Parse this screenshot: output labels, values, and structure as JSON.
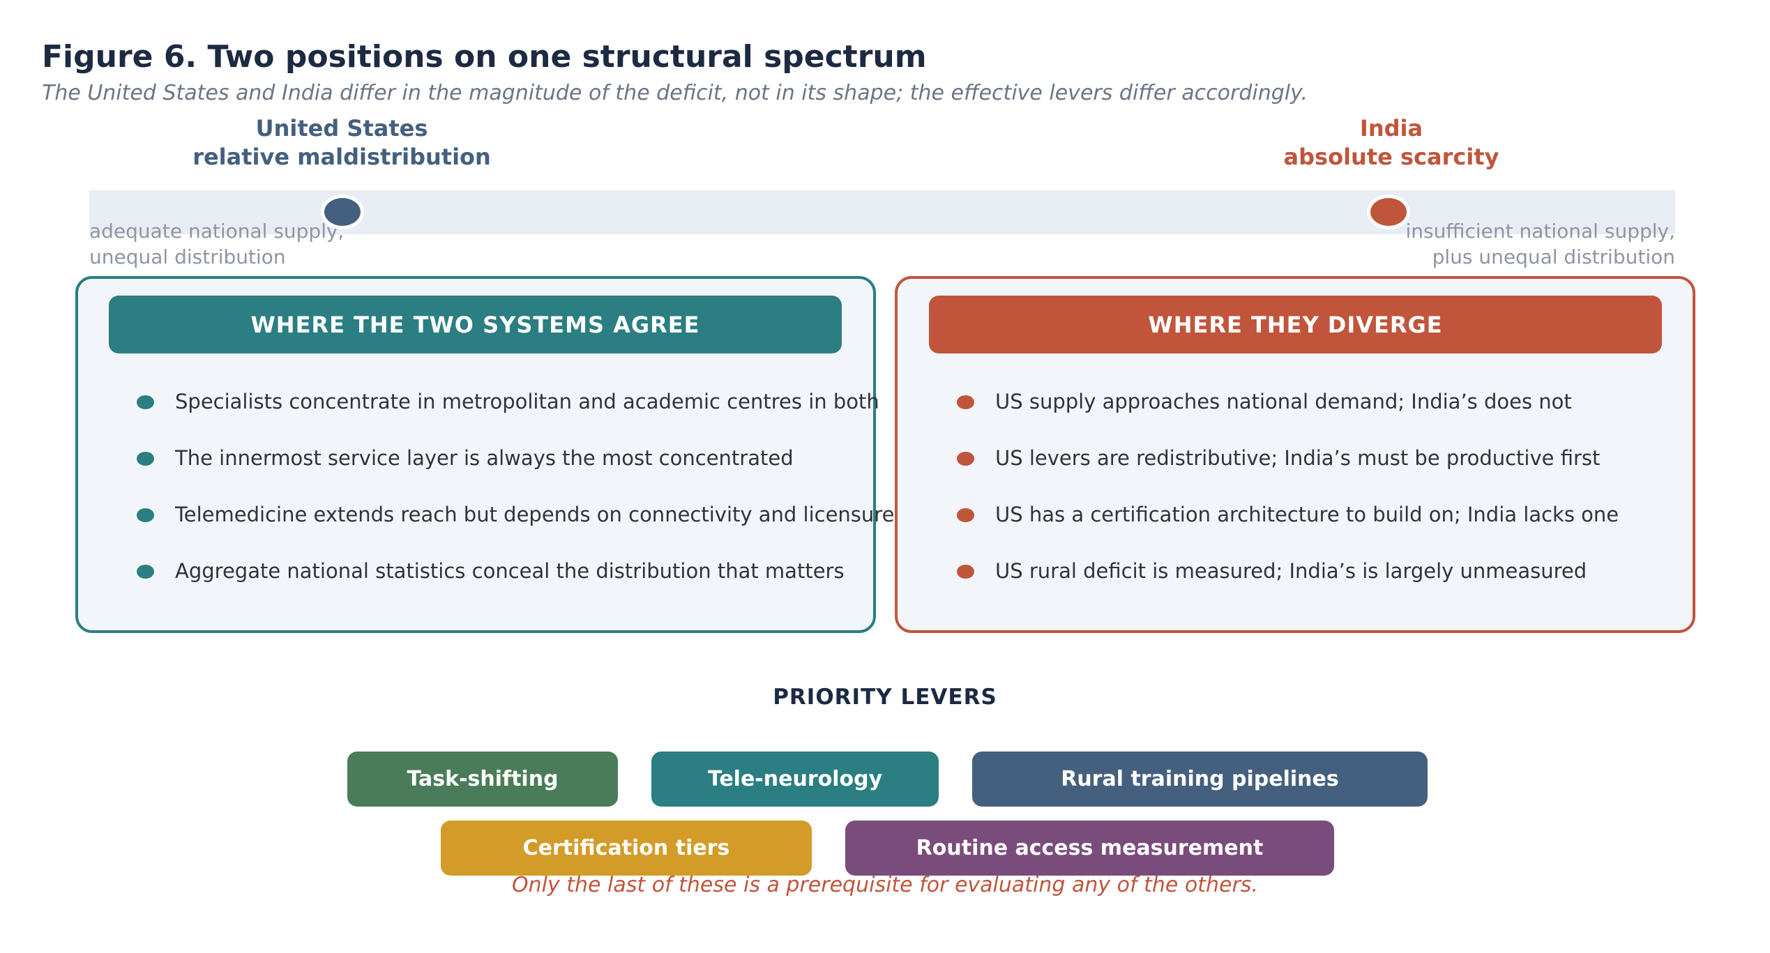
{
  "title": "Figure 6.  Two positions on one structural spectrum",
  "subtitle": "The United States and India differ in the magnitude of the deficit, not in its shape; the effective levers differ accordingly.",
  "spectrum": {
    "left_position": {
      "name": "United States",
      "descriptor": "relative maldistribution",
      "color": "#44607e"
    },
    "right_position": {
      "name": "India",
      "descriptor": "absolute scarcity",
      "color": "#c0553c"
    },
    "left_end": {
      "line1": "adequate national supply,",
      "line2": "unequal distribution"
    },
    "right_end": {
      "line1": "insufficient national supply,",
      "line2": "plus unequal distribution"
    },
    "bar_color": "#e8ecf3"
  },
  "agree_panel": {
    "heading": "WHERE THE TWO SYSTEMS AGREE",
    "color": "#2b7e82",
    "items": [
      "Specialists concentrate in metropolitan and academic centres in both",
      "The innermost service layer is always the most concentrated",
      "Telemedicine extends reach but depends on connectivity and licensure",
      "Aggregate national statistics conceal the distribution that matters"
    ]
  },
  "diverge_panel": {
    "heading": "WHERE THEY DIVERGE",
    "color": "#c0553c",
    "items": [
      "US supply approaches national demand; India’s does not",
      "US levers are redistributive; India’s must be productive first",
      "US has a certification architecture to build on; India lacks one",
      "US rural deficit is measured; India’s is largely unmeasured"
    ]
  },
  "levers": {
    "heading": "PRIORITY LEVERS",
    "items": [
      {
        "label": "Task-shifting",
        "color": "#4a7c59"
      },
      {
        "label": "Tele-neurology",
        "color": "#2b7e82"
      },
      {
        "label": "Rural training pipelines",
        "color": "#44607e"
      },
      {
        "label": "Certification tiers",
        "color": "#d39b27"
      },
      {
        "label": "Routine access measurement",
        "color": "#7a4c7c"
      }
    ],
    "footnote": "Only the last of these is a prerequisite for evaluating any of the others."
  }
}
